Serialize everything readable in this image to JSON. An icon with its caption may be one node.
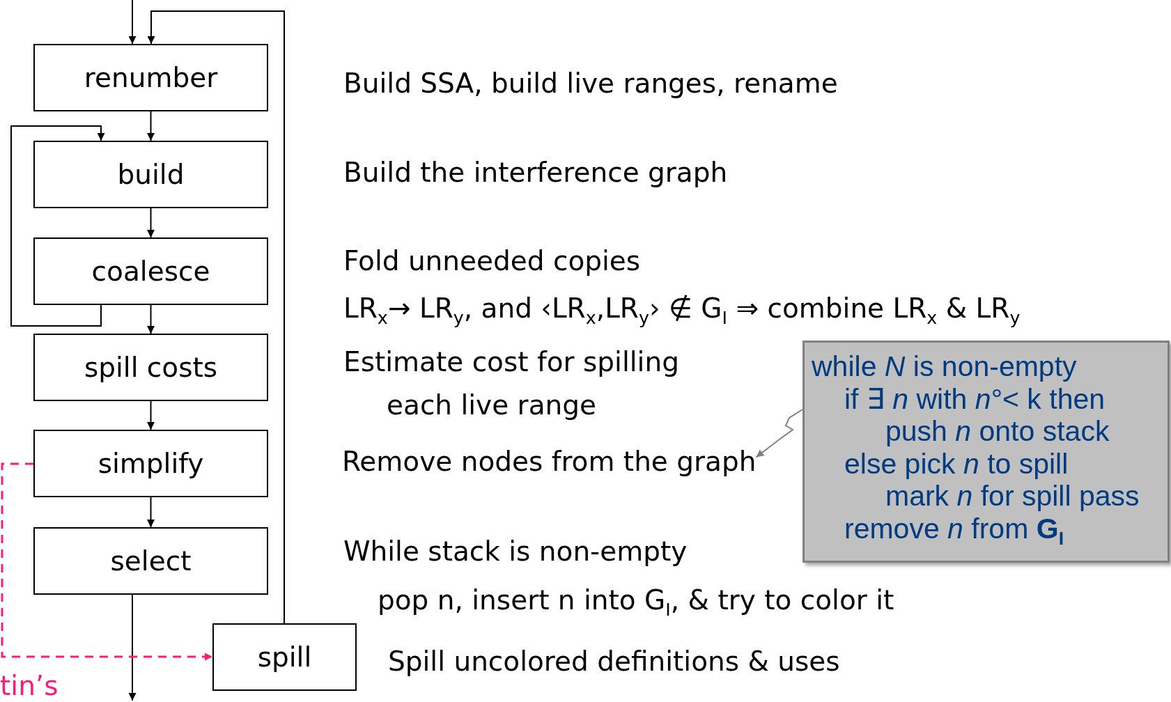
{
  "diagram": {
    "nodes": [
      {
        "text": [
          "renumber"
        ]
      },
      {
        "text": [
          "build"
        ]
      },
      {
        "text": [
          "coalesce"
        ]
      },
      {
        "text": [
          "spill costs"
        ]
      },
      {
        "text": [
          "simplify"
        ]
      },
      {
        "text": [
          "select"
        ]
      },
      {
        "text": [
          "spill"
        ]
      },
      {
        "text": [
          "Remove nodes from the graph"
        ]
      },
      {
        "text": [
          "while *N* is non-empty",
          "if ∃ *n* with *n*°< k then",
          "push *n* onto stack",
          "else pick *n* to spill",
          "mark *n* for spill pass",
          "remove *n*  from **G**$_{I}$"
        ]
      }
    ],
    "edges": [
      {
        "from": null,
        "to": 0,
        "arrow": "to"
      },
      {
        "from": 6,
        "to": 0,
        "arrow": "to"
      },
      {
        "from": 0,
        "to": 1,
        "arrow": "to"
      },
      {
        "from": 1,
        "to": 2,
        "arrow": "to"
      },
      {
        "from": 2,
        "to": 3,
        "arrow": "to"
      },
      {
        "from": 3,
        "to": 4,
        "arrow": "to"
      },
      {
        "from": 4,
        "to": 5,
        "arrow": "to"
      },
      {
        "from": 2,
        "to": 1,
        "arrow": "to"
      },
      {
        "from": 5,
        "to": null,
        "arrow": "to"
      },
      {
        "from": 4,
        "to": 6,
        "arrow": "to",
        "style": "dashed",
        "color": "#ff1a75"
      },
      {
        "from": 8,
        "to": 7,
        "arrow": "to",
        "color": "#808080"
      }
    ],
    "labels": [
      "Build SSA, build live ranges, rename",
      "Build the interference graph",
      "Fold unneeded copies",
      "LR$_{x}$→ LR$_{y}$, and ‹LR$_{x}$,LR$_{y}$›  ∉ G$_{I}$ ⇒ combine LR$_{x}$ & LR$_{y}$",
      "Estimate cost for spilling",
      "each live range",
      "While stack is non-empty",
      "pop n, insert n into G$_{I}$, & try to color it",
      "Spill uncolored definitions & uses",
      "tin’s"
    ]
  }
}
